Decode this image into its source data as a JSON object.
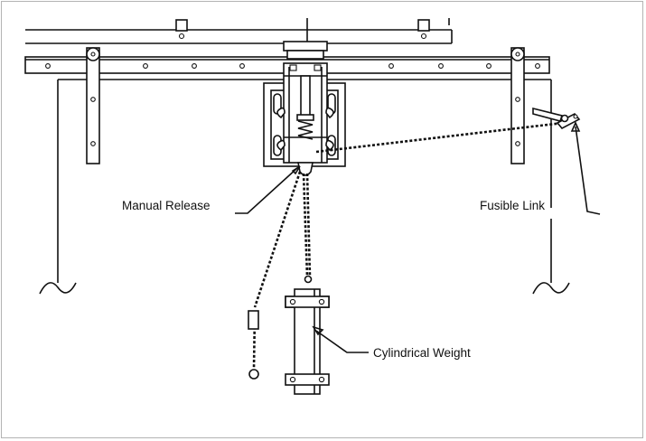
{
  "labels": {
    "manual_release": "Manual Release",
    "fusible_link": "Fusible Link",
    "cylindrical_weight": "Cylindrical Weight"
  },
  "colors": {
    "line": "#111111",
    "border": "#b3b3b3",
    "background": "#ffffff"
  }
}
